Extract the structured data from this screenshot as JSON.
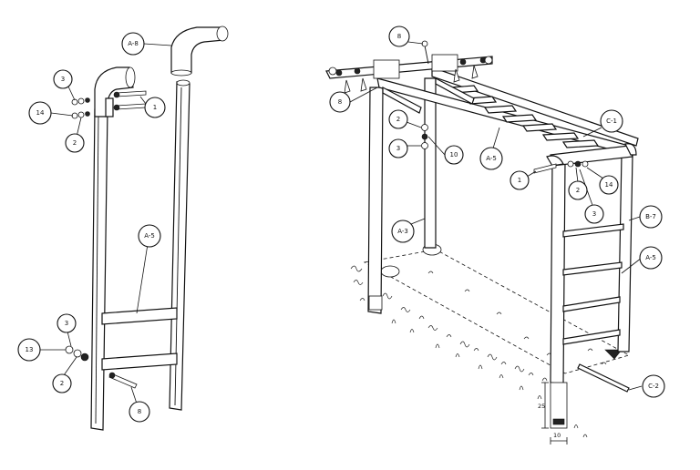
{
  "left_assembly": {
    "labels": {
      "a8": "A-8",
      "part1": "1",
      "part3_top": "3",
      "part14": "14",
      "part2_top": "2",
      "a5": "A-5",
      "part3_bottom": "3",
      "part13": "13",
      "part2_bottom": "2",
      "part8": "8"
    }
  },
  "right_assembly": {
    "labels": {
      "part8_top": "8",
      "part8_left": "8",
      "part2": "2",
      "part3": "3",
      "part10": "10",
      "a5_top": "A-5",
      "c1": "C-1",
      "part1": "1",
      "part2_right": "2",
      "part14": "14",
      "part3_right": "3",
      "a3": "A-3",
      "b7": "B-7",
      "a5_side": "A-5",
      "c2": "C-2"
    },
    "dimensions": {
      "depth": "25",
      "width": "10"
    }
  }
}
